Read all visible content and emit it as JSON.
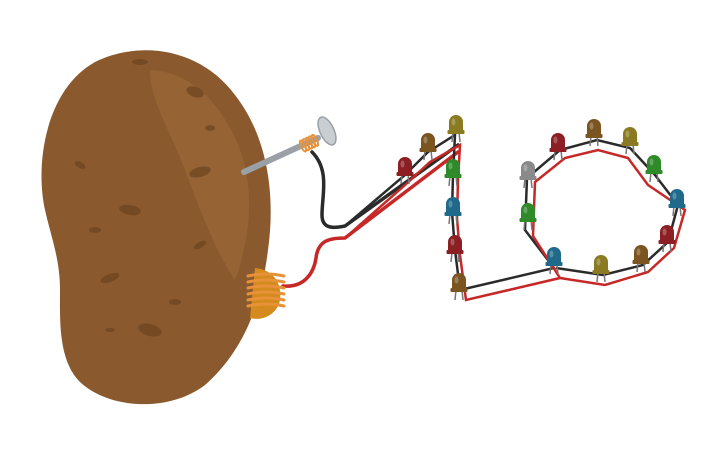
{
  "colors": {
    "background": "#ffffff",
    "potato_body": "#8a5a2e",
    "potato_highlight": "#a06b3a",
    "potato_spot": "#6e4520",
    "nail": "#9aa0a6",
    "nail_head": "#c9ced3",
    "copper_coil": "#e7923a",
    "copper_plate": "#d58a1e",
    "wire_negative": "#2b2b2b",
    "wire_positive": "#c62828"
  },
  "components": {
    "battery": "potato",
    "negative_electrode": "zinc-nail",
    "positive_electrode": "copper-coil",
    "led_count": 18
  },
  "leds": [
    {
      "color": "#8b1f24"
    },
    {
      "color": "#7a5520"
    },
    {
      "color": "#8a7a22"
    },
    {
      "color": "#2f8a2a"
    },
    {
      "color": "#1f6a8a"
    },
    {
      "color": "#8b1f24"
    },
    {
      "color": "#7a5520"
    },
    {
      "color": "#1f6a8a"
    },
    {
      "color": "#2f8a2a"
    },
    {
      "color": "#8a8a8a"
    },
    {
      "color": "#8b1f24"
    },
    {
      "color": "#7a5520"
    },
    {
      "color": "#8a7a22"
    },
    {
      "color": "#2f8a2a"
    },
    {
      "color": "#1f6a8a"
    },
    {
      "color": "#8b1f24"
    },
    {
      "color": "#7a5520"
    },
    {
      "color": "#8a7a22"
    }
  ]
}
